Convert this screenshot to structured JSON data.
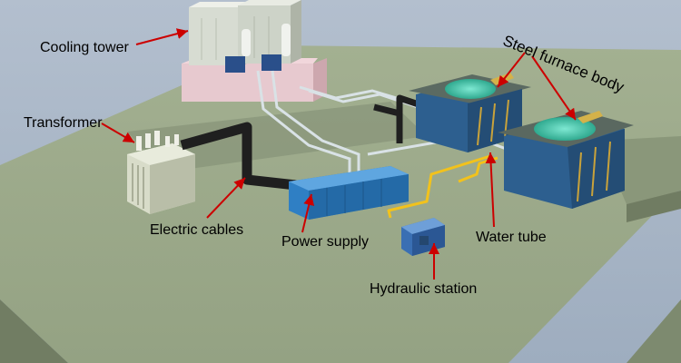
{
  "labels": {
    "cooling_tower": "Cooling tower",
    "transformer": "Transformer",
    "electric_cables": "Electric cables",
    "power_supply": "Power supply",
    "water_tube": "Water tube",
    "hydraulic_station": "Hydraulic station",
    "steel_furnace_body": "Steel furnace body"
  },
  "colors": {
    "background": "#a9b7c8",
    "floor_top": "#9aa88a",
    "floor_side": "#717d63",
    "cable": "#1f1f1f",
    "pipe": "#d9e2e6",
    "hydraulic_line": "#f2c21c",
    "power_supply": "#2f7fc4",
    "arrow": "#cc0000",
    "furnace_pool": "#4fd0b8"
  }
}
